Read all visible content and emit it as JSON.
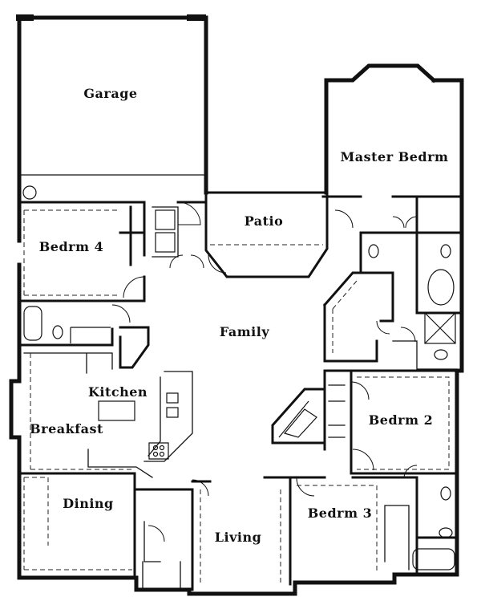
{
  "plan": {
    "rooms": [
      {
        "key": "garage",
        "label": "Garage"
      },
      {
        "key": "master",
        "label": "Master Bedrm"
      },
      {
        "key": "patio",
        "label": "Patio"
      },
      {
        "key": "bedrm4",
        "label": "Bedrm 4"
      },
      {
        "key": "family",
        "label": "Family"
      },
      {
        "key": "kitchen",
        "label": "Kitchen"
      },
      {
        "key": "breakfast",
        "label": "Breakfast"
      },
      {
        "key": "bedrm2",
        "label": "Bedrm 2"
      },
      {
        "key": "dining",
        "label": "Dining"
      },
      {
        "key": "bedrm3",
        "label": "Bedrm 3"
      },
      {
        "key": "living",
        "label": "Living"
      }
    ]
  }
}
